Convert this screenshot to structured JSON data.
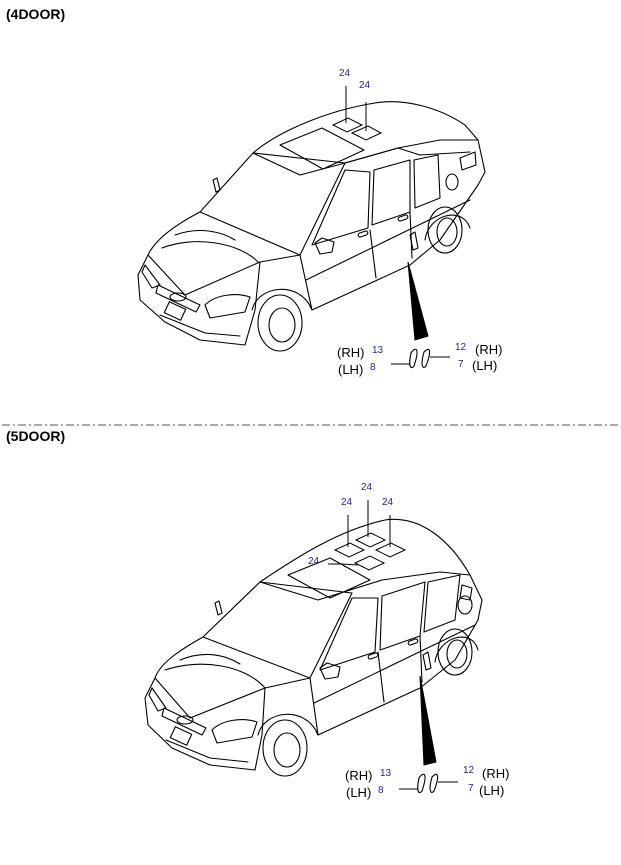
{
  "sections": [
    {
      "title": "(4DOOR)",
      "roof_callouts": [
        "24",
        "24"
      ],
      "emblem": {
        "rh_code": "13",
        "lh_code": "8",
        "rh_code_2": "12",
        "lh_code_2": "7",
        "rh_label": "(RH)",
        "lh_label": "(LH)"
      }
    },
    {
      "title": "(5DOOR)",
      "roof_callouts": [
        "24",
        "24",
        "24",
        "24"
      ],
      "emblem": {
        "rh_code": "13",
        "lh_code": "8",
        "rh_code_2": "12",
        "lh_code_2": "7",
        "rh_label": "(RH)",
        "lh_label": "(LH)"
      }
    }
  ],
  "colors": {
    "line": "#000000",
    "callout": "#1f1f99",
    "divider": "#555555"
  }
}
